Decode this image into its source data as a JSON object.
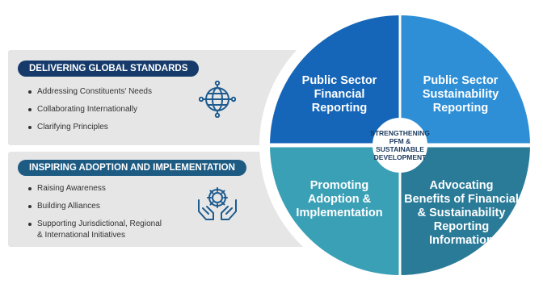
{
  "left": {
    "top_panel": {
      "heading": "DELIVERING GLOBAL STANDARDS",
      "items": [
        "Addressing Constituents' Needs",
        "Collaborating Internationally",
        "Clarifying Principles"
      ],
      "icon": "globe-network-icon"
    },
    "bottom_panel": {
      "heading": "INSPIRING ADOPTION AND IMPLEMENTATION",
      "items": [
        "Raising Awareness",
        "Building Alliances",
        "Supporting Jurisdictional, Regional",
        "& International Initiatives"
      ],
      "icon": "hands-gear-icon"
    }
  },
  "wheel": {
    "segments": [
      {
        "lines": [
          "Public Sector",
          "Financial",
          "Reporting"
        ],
        "color": "#1565b8"
      },
      {
        "lines": [
          "Public Sector",
          "Sustainability",
          "Reporting"
        ],
        "color": "#2f8fd6"
      },
      {
        "lines": [
          "Promoting",
          "Adoption &",
          "Implementation"
        ],
        "color": "#3aa0b6"
      },
      {
        "lines": [
          "Advocating",
          "Benefits of Financial",
          "& Sustainability",
          "Reporting",
          "Information"
        ],
        "color": "#2a7b98"
      }
    ],
    "center_lines": [
      "STRENGTHENING",
      "PFM &",
      "SUSTAINABLE",
      "DEVELOPMENT"
    ]
  },
  "colors": {
    "panel_bg": "#e6e6e6",
    "top_pill": "#163b6b",
    "bottom_pill": "#1e5b83",
    "icon_stroke": "#1e5b8f"
  }
}
